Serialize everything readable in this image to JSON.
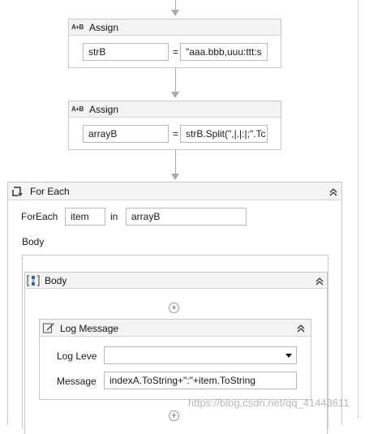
{
  "assign1": {
    "title": "Assign",
    "icon_text": "A+B",
    "to": "strB",
    "equals": "=",
    "value": "\"aaa.bbb,uuu:ttt:s"
  },
  "assign2": {
    "title": "Assign",
    "icon_text": "A+B",
    "to": "arrayB",
    "equals": "=",
    "value": "strB.Split(\",|.|:|;\".Tc"
  },
  "foreach": {
    "title": "For Each",
    "foreach_label": "ForEach",
    "item_var": "item",
    "in_label": "in",
    "collection": "arrayB",
    "body_label": "Body"
  },
  "body_seq": {
    "title": "Body"
  },
  "log": {
    "title": "Log Message",
    "level_label": "Log Leve",
    "level_value": "",
    "message_label": "Message",
    "message_value": "indexA.ToString+\":\"+item.ToString"
  },
  "watermark": "https://blog.csdn.net/qq_41443611",
  "colors": {
    "connector": "#a9a9a9",
    "header_bg": "#f3f3f3",
    "border": "#c8c8c8",
    "icon_blue": "#2b6cb0"
  }
}
